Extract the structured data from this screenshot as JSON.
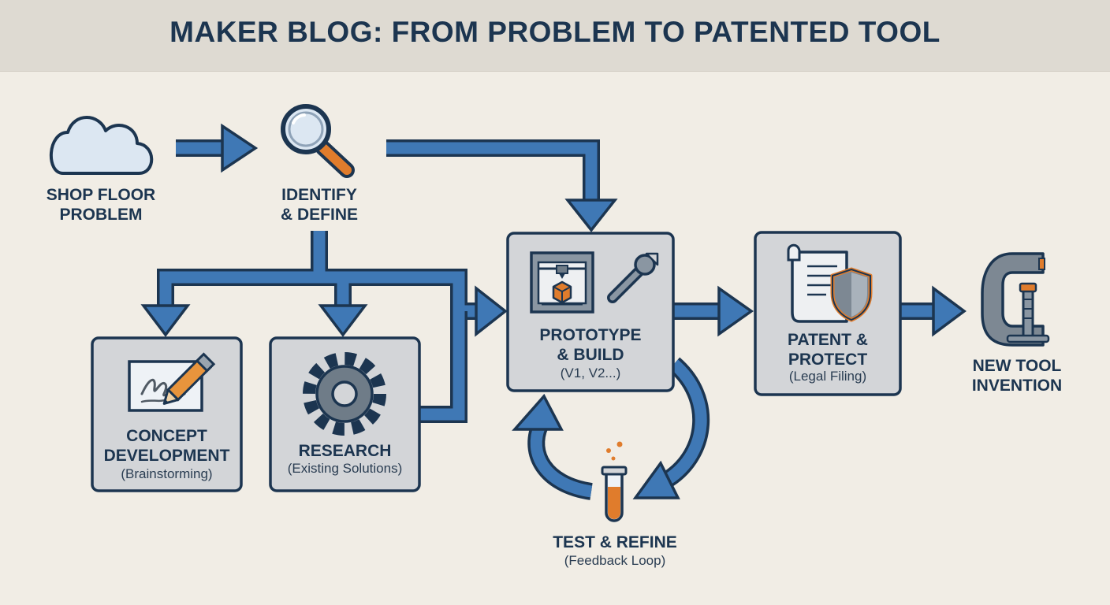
{
  "title": "MAKER BLOG: FROM PROBLEM TO PATENTED TOOL",
  "colors": {
    "background": "#f1ede5",
    "header": "#dedad2",
    "navy": "#1c3550",
    "arrow_blue": "#3f78b5",
    "box_fill": "#d3d5d8",
    "accent_orange": "#e07c2c"
  },
  "steps": {
    "shop_floor": {
      "line1": "SHOP FLOOR",
      "line2": "PROBLEM",
      "icon": "cloud-icon"
    },
    "identify": {
      "line1": "IDENTIFY",
      "line2": "& DEFINE",
      "icon": "magnifier-icon"
    },
    "concept": {
      "line1": "CONCEPT",
      "line2": "DEVELOPMENT",
      "sub": "(Brainstorming)",
      "icon": "pencil-sketch-icon"
    },
    "research": {
      "line1": "RESEARCH",
      "sub": "(Existing Solutions)",
      "icon": "gear-icon"
    },
    "prototype": {
      "line1": "PROTOTYPE",
      "line2": "& BUILD",
      "sub": "(V1, V2...)",
      "icons": [
        "3d-printer-icon",
        "wrench-icon"
      ]
    },
    "test": {
      "line1": "TEST & REFINE",
      "sub": "(Feedback Loop)",
      "icon": "test-tube-icon"
    },
    "patent": {
      "line1": "PATENT &",
      "line2": "PROTECT",
      "sub": "(Legal Filing)",
      "icons": [
        "document-icon",
        "shield-icon"
      ]
    },
    "new_tool": {
      "line1": "NEW TOOL",
      "line2": "INVENTION",
      "icon": "c-clamp-icon"
    }
  }
}
